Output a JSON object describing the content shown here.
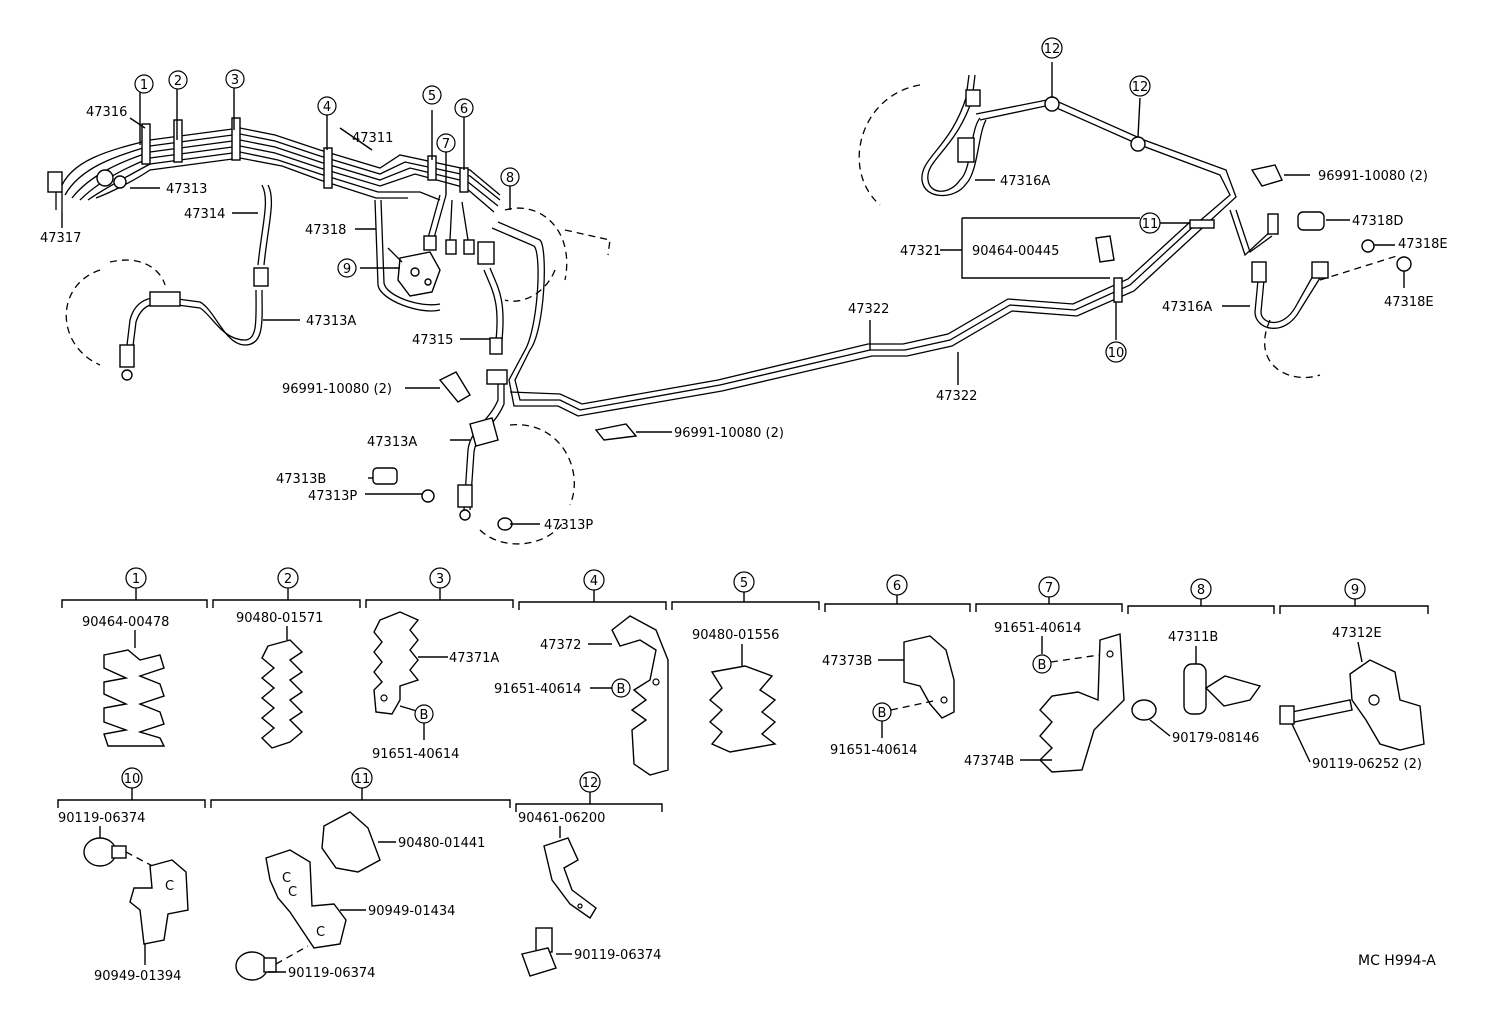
{
  "diagram_code": "MC H994-A",
  "callout_numbers": [
    "1",
    "2",
    "3",
    "4",
    "5",
    "6",
    "7",
    "8",
    "9",
    "10",
    "11",
    "12"
  ],
  "bolt_marker": "B",
  "main_labels": {
    "p47316": "47316",
    "p47313": "47313",
    "p47317": "47317",
    "p47314": "47314",
    "p47311": "47311",
    "p47318": "47318",
    "p47313A_front": "47313A",
    "p47315": "47315",
    "clip_left": "96991-10080 (2)",
    "p47313A_mid": "47313A",
    "p47313B": "47313B",
    "p47313P_a": "47313P",
    "p47313P_b": "47313P",
    "clip_mid": "96991-10080 (2)",
    "p47322_a": "47322",
    "p47322_b": "47322",
    "p47316A_top": "47316A",
    "p47321": "47321",
    "p90464_00445": "90464-00445",
    "clip_right": "96991-10080 (2)",
    "p47318D": "47318D",
    "p47318E_a": "47318E",
    "p47318E_b": "47318E",
    "p47316A_right": "47316A"
  },
  "detail_groups": [
    {
      "num": "1",
      "parts": [
        "90464-00478"
      ]
    },
    {
      "num": "2",
      "parts": [
        "90480-01571"
      ]
    },
    {
      "num": "3",
      "parts": [
        "47371A",
        "91651-40614"
      ]
    },
    {
      "num": "4",
      "parts": [
        "47372",
        "91651-40614"
      ]
    },
    {
      "num": "5",
      "parts": [
        "90480-01556"
      ]
    },
    {
      "num": "6",
      "parts": [
        "47373B",
        "91651-40614"
      ]
    },
    {
      "num": "7",
      "parts": [
        "91651-40614",
        "47374B"
      ]
    },
    {
      "num": "8",
      "parts": [
        "47311B",
        "90179-08146"
      ]
    },
    {
      "num": "9",
      "parts": [
        "47312E",
        "90119-06252 (2)"
      ]
    },
    {
      "num": "10",
      "parts": [
        "90119-06374",
        "90949-01394"
      ]
    },
    {
      "num": "11",
      "parts": [
        "90480-01441",
        "90949-01434",
        "90119-06374"
      ]
    },
    {
      "num": "12",
      "parts": [
        "90461-06200",
        "90119-06374"
      ]
    }
  ]
}
